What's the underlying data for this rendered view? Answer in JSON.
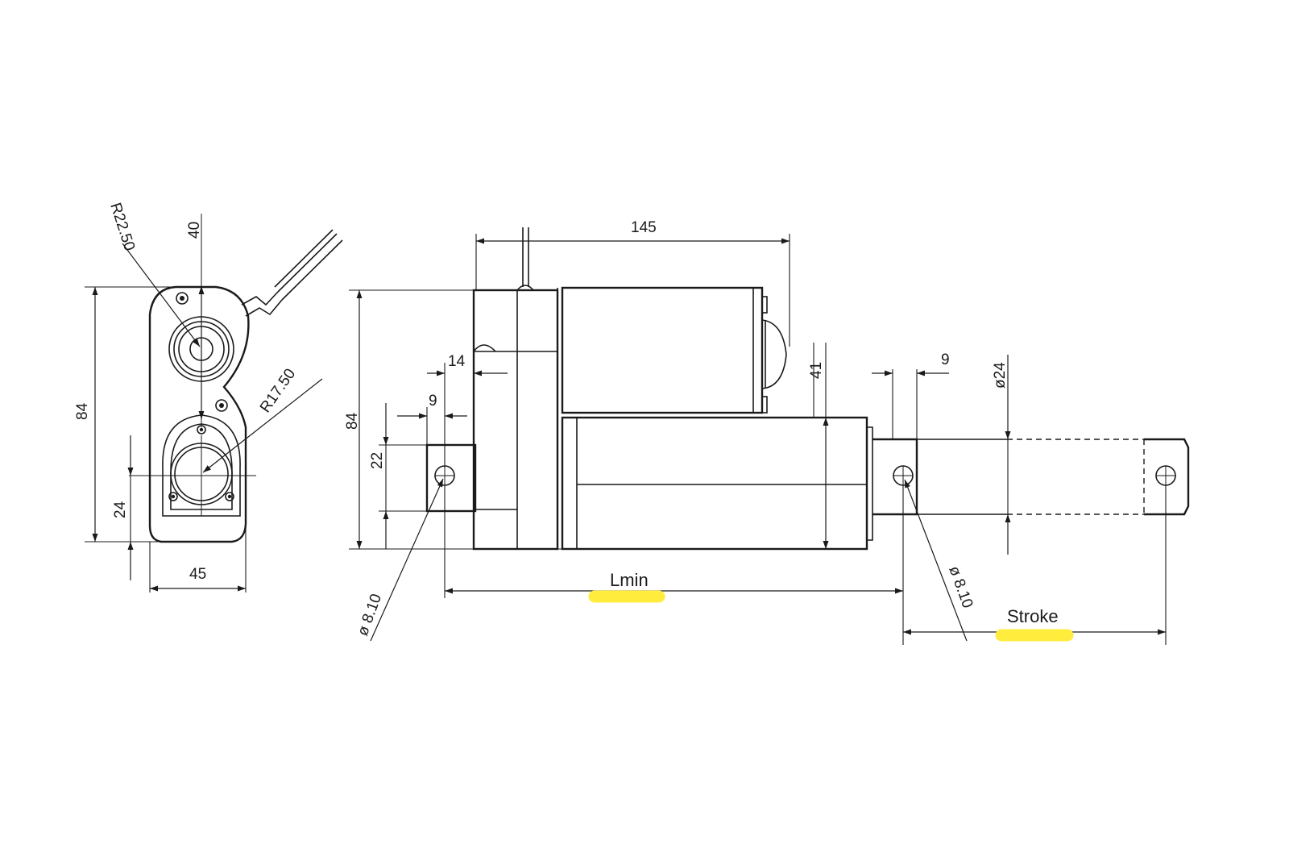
{
  "colors": {
    "line": "#1a1a1a",
    "highlight": "#ffec3d",
    "background": "#ffffff"
  },
  "front_view": {
    "radius_top": "R22.50",
    "dim_40": "40",
    "radius_bottom": "R17.50",
    "height": "84",
    "dim_24": "24",
    "width": "45"
  },
  "side_view": {
    "motor_length": "145",
    "dim_14": "14",
    "dim_9_left": "9",
    "height": "84",
    "dim_22": "22",
    "dim_41": "41",
    "dim_9_right": "9",
    "rod_diameter": "ø24",
    "hole_left": "ø 8.10",
    "hole_right": "ø 8.10",
    "lmin": "Lmin",
    "stroke": "Stroke"
  }
}
